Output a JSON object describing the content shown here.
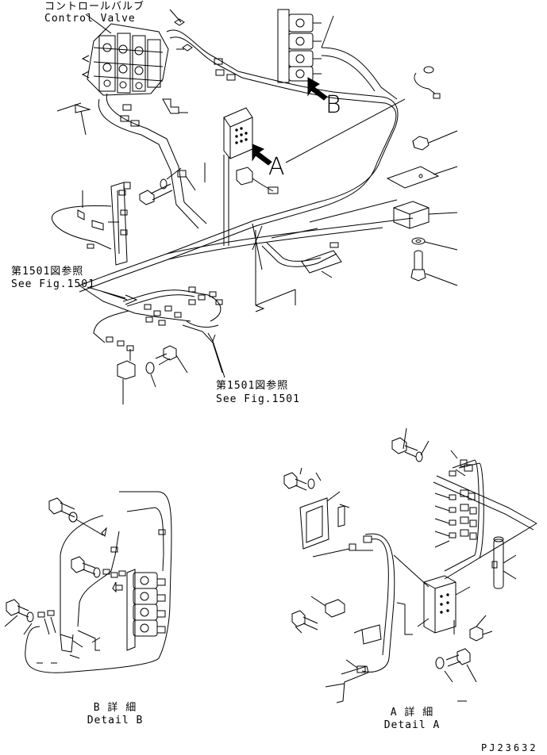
{
  "labels": {
    "control_valve_jp": "コントロールバルブ",
    "control_valve_en": "Control Valve",
    "callout_a": "A",
    "callout_b": "B",
    "see_fig_jp_1": "第1501図参照",
    "see_fig_en_1": "See Fig.1501",
    "see_fig_jp_2": "第1501図参照",
    "see_fig_en_2": "See Fig.1501",
    "detail_b_jp": "B 詳 細",
    "detail_b_en": "Detail B",
    "detail_a_jp": "A 詳 細",
    "detail_a_en": "Detail A",
    "drawing_number": "PJ23632"
  },
  "colors": {
    "line": "#000000",
    "background": "#ffffff"
  },
  "icons": [
    "control-valve-icon",
    "arrow-icon",
    "bolt-icon",
    "washer-icon",
    "nut-icon",
    "connector-icon",
    "relay-icon"
  ]
}
